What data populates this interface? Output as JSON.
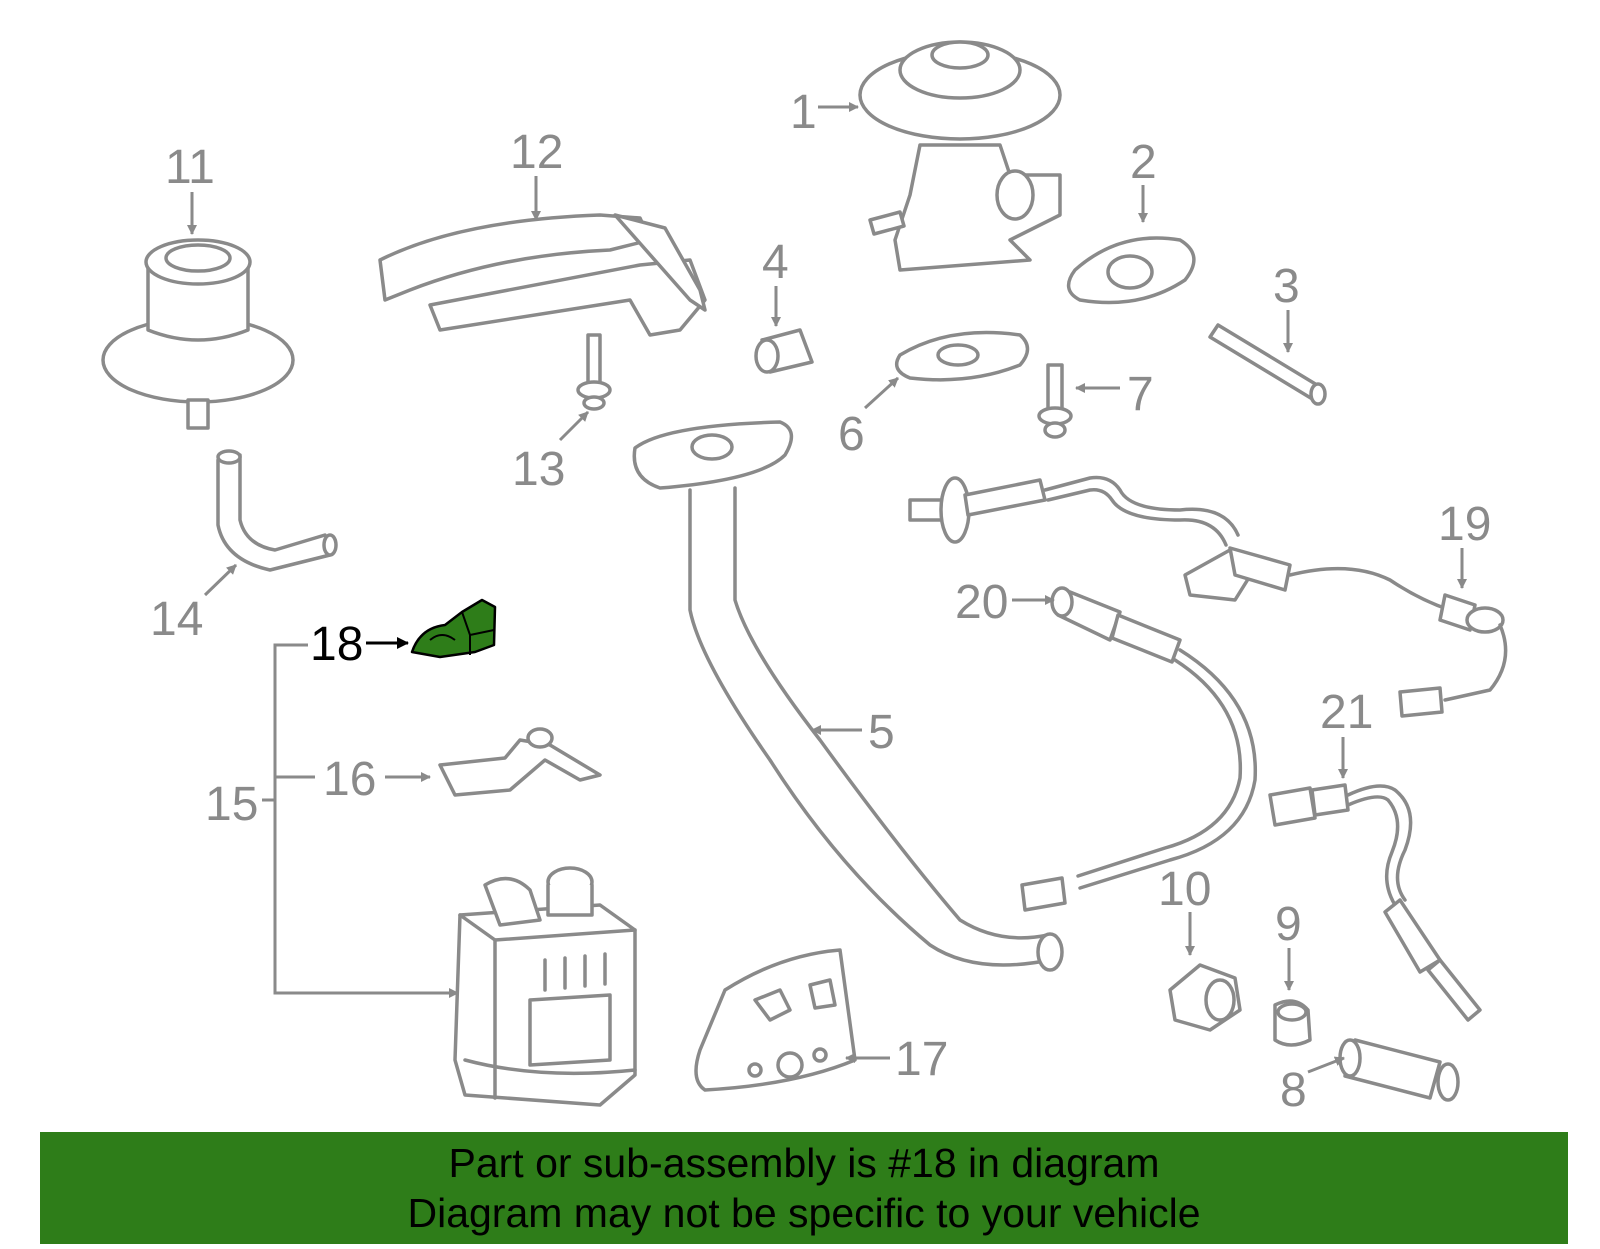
{
  "diagram": {
    "highlight_color": "#2e7d19",
    "line_color": "#8a8a8a",
    "callouts": {
      "c1": "1",
      "c2": "2",
      "c3": "3",
      "c4": "4",
      "c5": "5",
      "c6": "6",
      "c7": "7",
      "c8": "8",
      "c9": "9",
      "c10": "10",
      "c11": "11",
      "c12": "12",
      "c13": "13",
      "c14": "14",
      "c15": "15",
      "c16": "16",
      "c17": "17",
      "c18": "18",
      "c19": "19",
      "c20": "20",
      "c21": "21"
    },
    "highlighted_part": "18"
  },
  "banner": {
    "line1": "Part or sub-assembly is #18 in diagram",
    "line2": "Diagram may not be specific to your vehicle",
    "background": "#2e7d19"
  }
}
